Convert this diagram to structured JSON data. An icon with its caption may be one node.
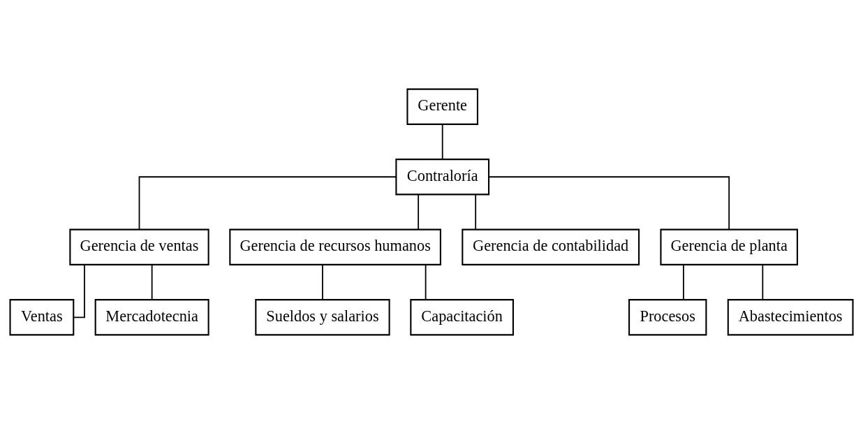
{
  "diagram": {
    "nodes": [
      {
        "text": [
          "Gerente"
        ]
      },
      {
        "text": [
          "Contraloría"
        ]
      },
      {
        "text": [
          "Gerencia de ventas"
        ]
      },
      {
        "text": [
          "Gerencia de recursos humanos"
        ]
      },
      {
        "text": [
          "Gerencia de contabilidad"
        ]
      },
      {
        "text": [
          "Gerencia de planta"
        ]
      },
      {
        "text": [
          "Ventas"
        ]
      },
      {
        "text": [
          "Mercadotecnia"
        ]
      },
      {
        "text": [
          "Sueldos y salarios"
        ]
      },
      {
        "text": [
          "Capacitación"
        ]
      },
      {
        "text": [
          "Procesos"
        ]
      },
      {
        "text": [
          "Abastecimientos"
        ]
      }
    ],
    "edges": [
      {
        "from": 0,
        "to": 1,
        "arrow": "none"
      },
      {
        "from": 1,
        "to": 2,
        "arrow": "none"
      },
      {
        "from": 1,
        "to": 3,
        "arrow": "none"
      },
      {
        "from": 1,
        "to": 4,
        "arrow": "none"
      },
      {
        "from": 1,
        "to": 5,
        "arrow": "none"
      },
      {
        "from": 2,
        "to": 6,
        "arrow": "none"
      },
      {
        "from": 2,
        "to": 7,
        "arrow": "none"
      },
      {
        "from": 3,
        "to": 8,
        "arrow": "none"
      },
      {
        "from": 3,
        "to": 9,
        "arrow": "none"
      },
      {
        "from": 5,
        "to": 10,
        "arrow": "none"
      },
      {
        "from": 5,
        "to": 11,
        "arrow": "none"
      }
    ]
  }
}
